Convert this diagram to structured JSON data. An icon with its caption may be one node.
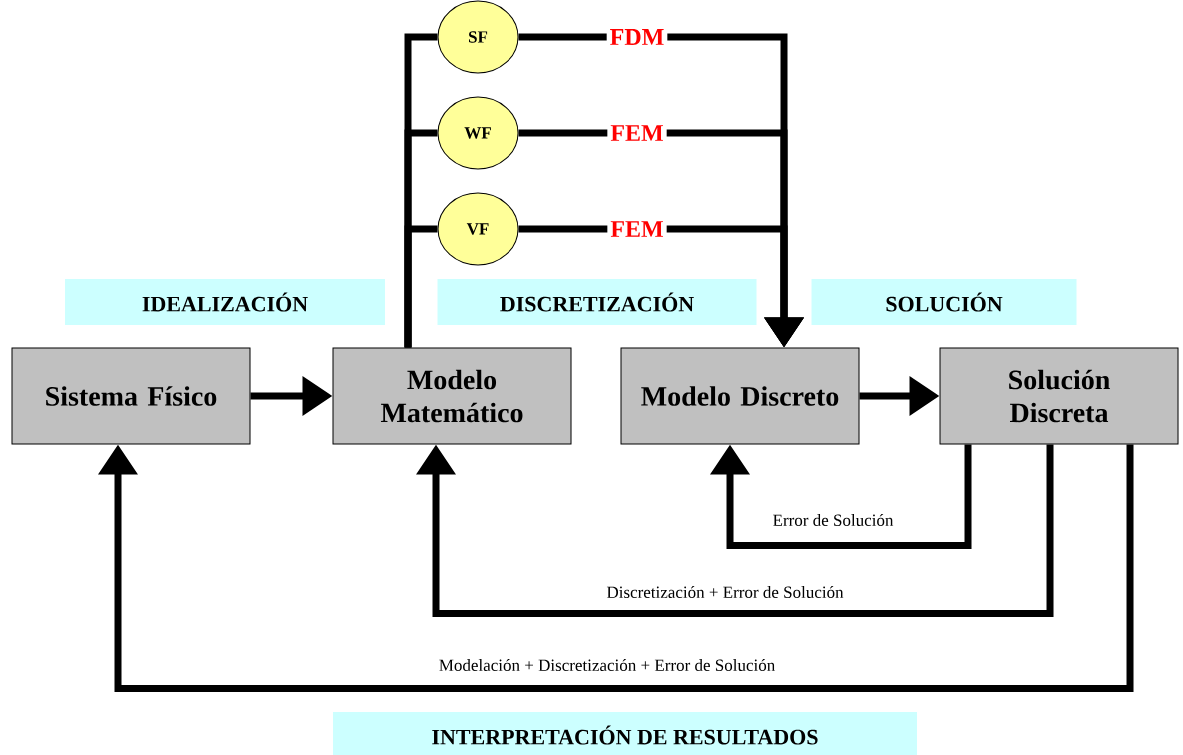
{
  "diagram": {
    "nodes": [
      {
        "text": [
          "SF"
        ]
      },
      {
        "text": [
          "WF"
        ]
      },
      {
        "text": [
          "VF"
        ]
      },
      {
        "text": [
          "IDEALIZACIÓN"
        ]
      },
      {
        "text": [
          "DISCRETIZACIÓN"
        ]
      },
      {
        "text": [
          "SOLUCIÓN"
        ]
      },
      {
        "text": [
          "Sistema Físico"
        ]
      },
      {
        "text": [
          "Modelo Matemático"
        ]
      },
      {
        "text": [
          "Modelo Discreto"
        ]
      },
      {
        "text": [
          "Solución Discreta"
        ]
      },
      {
        "text": [
          "INTERPRETACIÓN DE RESULTADOS"
        ]
      }
    ],
    "edges": [
      {
        "from": 7,
        "to": 0,
        "arrow": "none"
      },
      {
        "from": 7,
        "to": 1,
        "arrow": "none"
      },
      {
        "from": 7,
        "to": 2,
        "arrow": "none"
      },
      {
        "from": 0,
        "to": 8,
        "arrow": "to",
        "label": "FDM"
      },
      {
        "from": 1,
        "to": 8,
        "arrow": "to",
        "label": "FEM"
      },
      {
        "from": 2,
        "to": 8,
        "arrow": "to",
        "label": "FEM"
      },
      {
        "from": 6,
        "to": 7,
        "arrow": "to"
      },
      {
        "from": 8,
        "to": 9,
        "arrow": "to"
      },
      {
        "from": 9,
        "to": 8,
        "arrow": "to",
        "label": "Error de Solución"
      },
      {
        "from": 9,
        "to": 7,
        "arrow": "to",
        "label": "Discretización + Error de Solución"
      },
      {
        "from": 9,
        "to": 6,
        "arrow": "to",
        "label": "Modelación + Discretización + Error de Solución"
      }
    ]
  }
}
